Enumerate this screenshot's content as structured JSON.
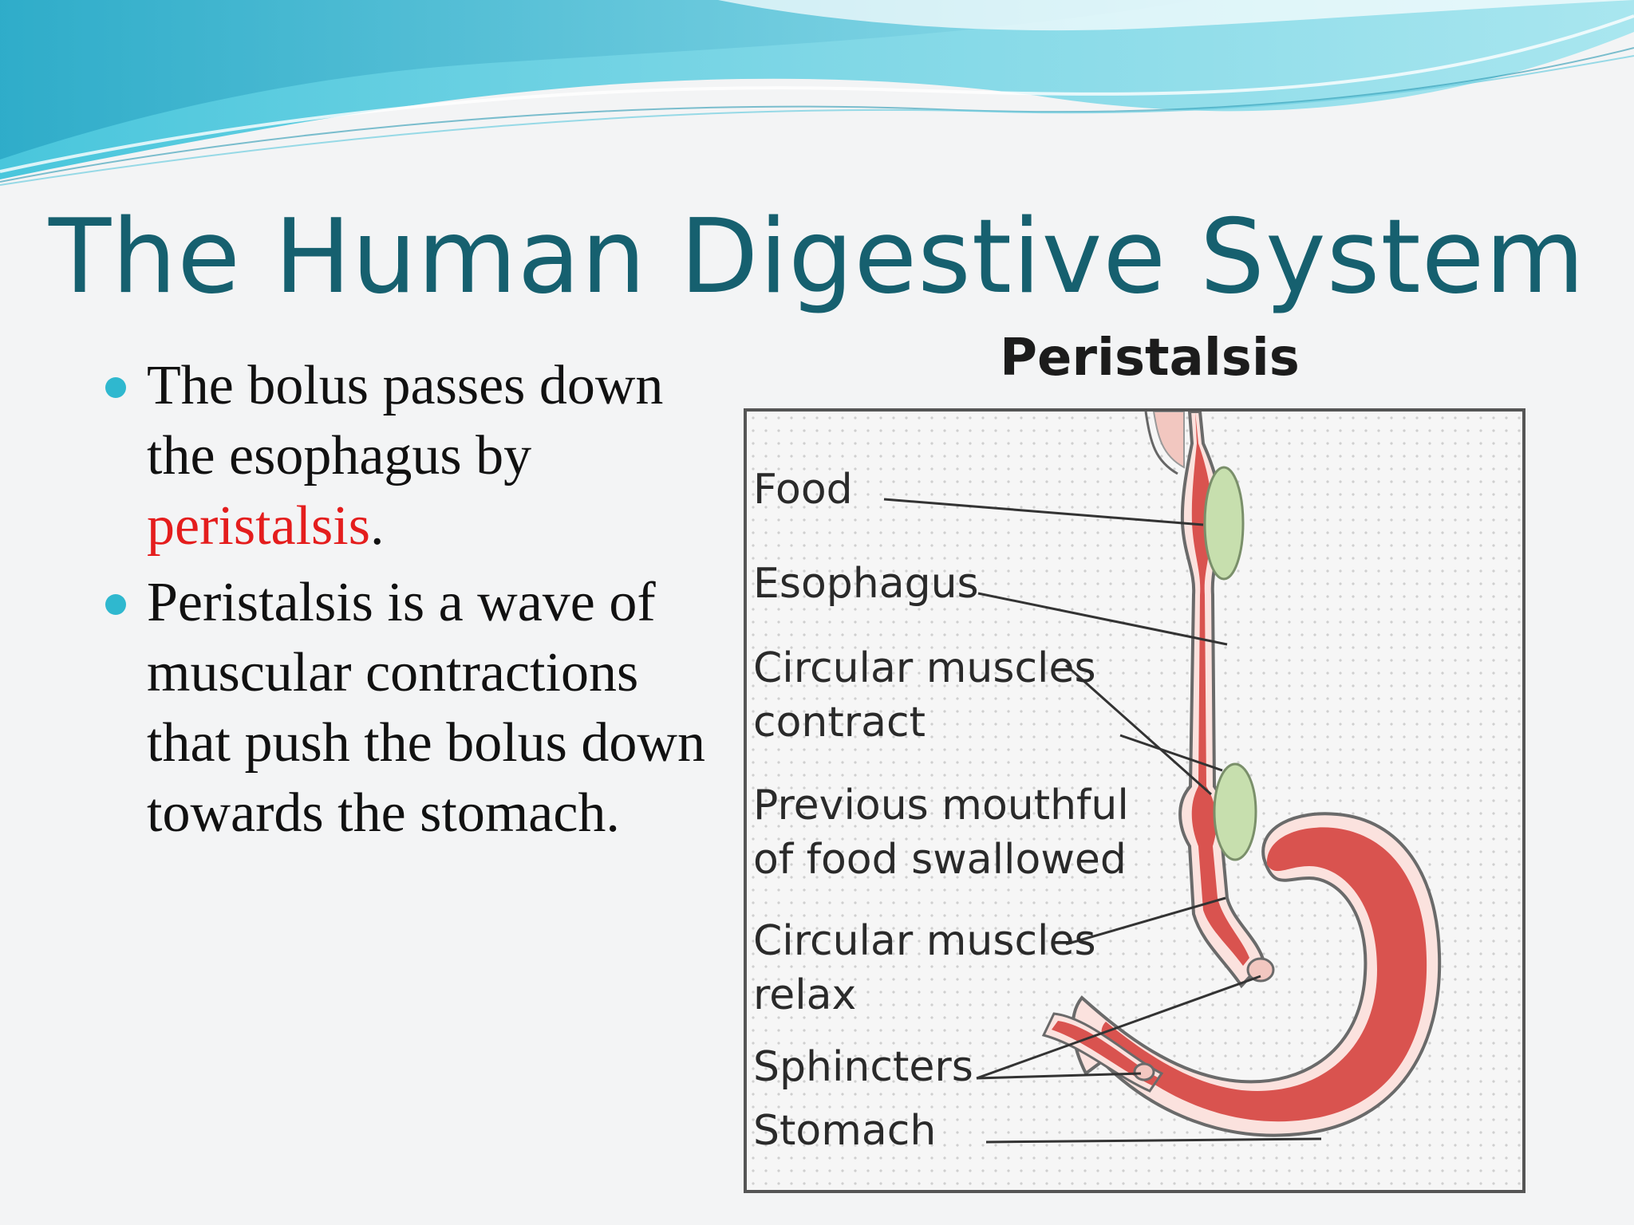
{
  "slide": {
    "title": "The Human Digestive System",
    "bullets": [
      {
        "before": "The bolus passes down the esophagus by ",
        "highlight": "peristalsis",
        "after": "."
      },
      {
        "before": "Peristalsis is a wave of muscular contractions that push the bolus down towards the stomach.",
        "highlight": "",
        "after": ""
      }
    ],
    "colors": {
      "title": "#16606f",
      "bullet_dot": "#2fb8cf",
      "highlight": "#e41d1d",
      "wave": "#5cc7dc"
    }
  },
  "figure": {
    "title": "Peristalsis",
    "labels": {
      "food": "Food",
      "esophagus": "Esophagus",
      "circular_contract_line1": "Circular muscles",
      "circular_contract_line2": "contract",
      "previous_line1": "Previous mouthful",
      "previous_line2": "of food swallowed",
      "circular_relax_line1": "Circular muscles",
      "circular_relax_line2": "relax",
      "sphincters": "Sphincters",
      "stomach": "Stomach"
    },
    "colors": {
      "tissue": "#d9534f",
      "bolus": "#c7dfae",
      "outline": "#6a6a6a"
    }
  }
}
